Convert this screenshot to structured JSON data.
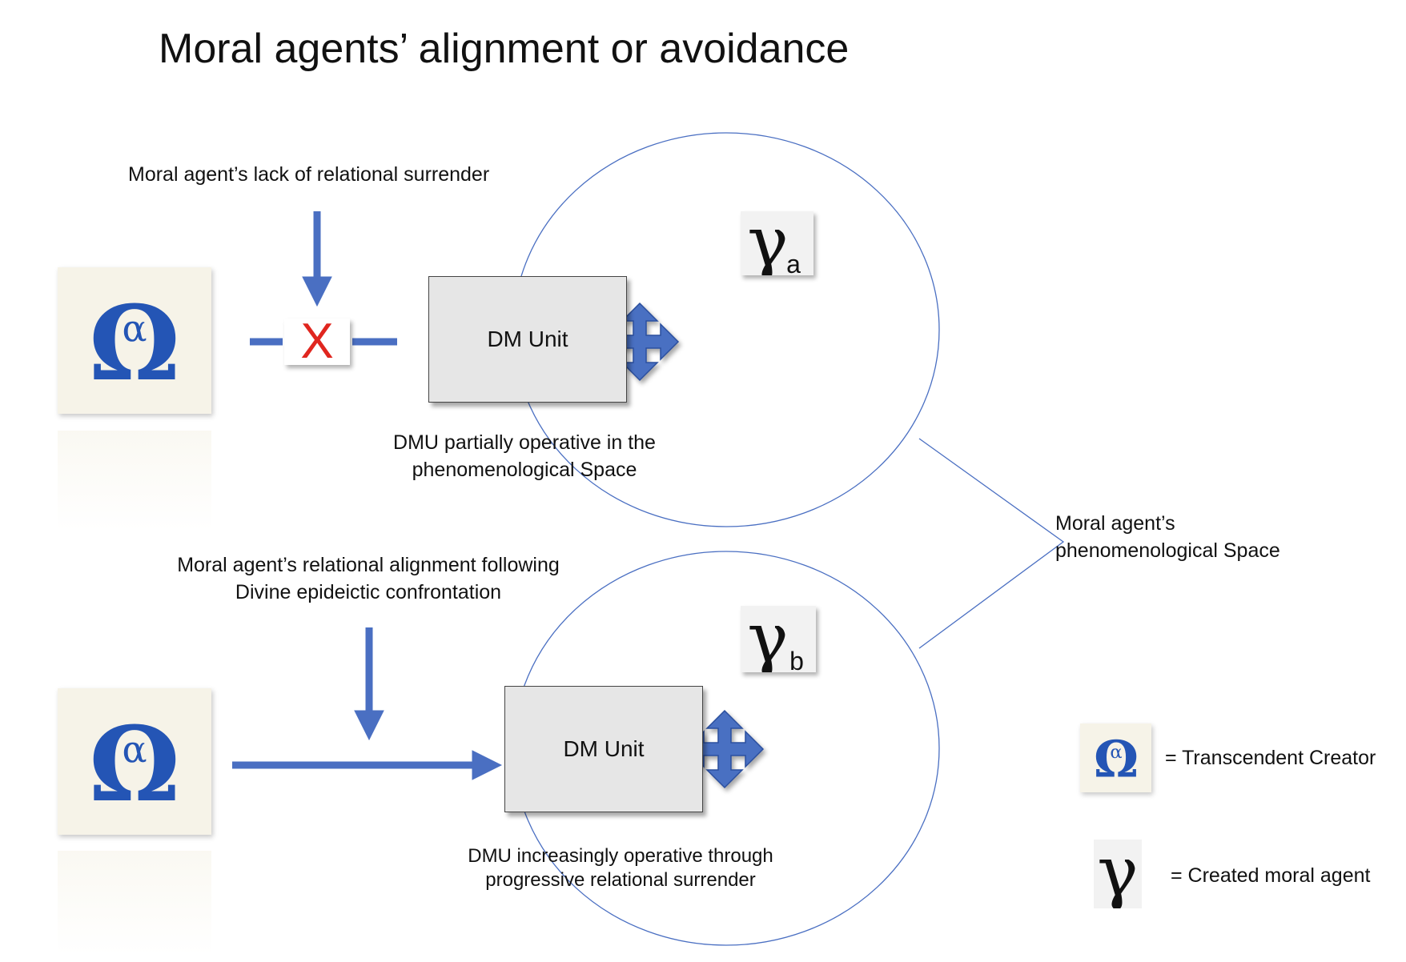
{
  "title": "Moral agents’ alignment or avoidance",
  "top_panel": {
    "caption_above": "Moral agent’s lack of relational surrender",
    "block_mark": "X",
    "dm_unit": "DM Unit",
    "dmu_note_line1": "DMU partially operative in the",
    "dmu_note_line2": "phenomenological Space",
    "gamma_subscript": "a"
  },
  "bottom_panel": {
    "caption_line1": "Moral agent’s relational alignment following",
    "caption_line2": "Divine epideictic confrontation",
    "dm_unit": "DM Unit",
    "dmu_note_line1": "DMU increasingly operative through",
    "dmu_note_line2": "progressive relational surrender",
    "gamma_subscript": "b"
  },
  "space_label_line1": "Moral agent’s",
  "space_label_line2": "phenomenological Space",
  "legend": {
    "creator": "= Transcendent Creator",
    "agent": "= Created moral agent"
  },
  "symbols": {
    "omega": "Ω",
    "alpha": "α",
    "gamma": "γ"
  },
  "colors": {
    "arrow_blue": "#4a6fc2",
    "omega_blue": "#2455b5",
    "x_red": "#e0261f",
    "circle_line": "#4a6fc2",
    "box_fill": "#e6e6e6"
  }
}
